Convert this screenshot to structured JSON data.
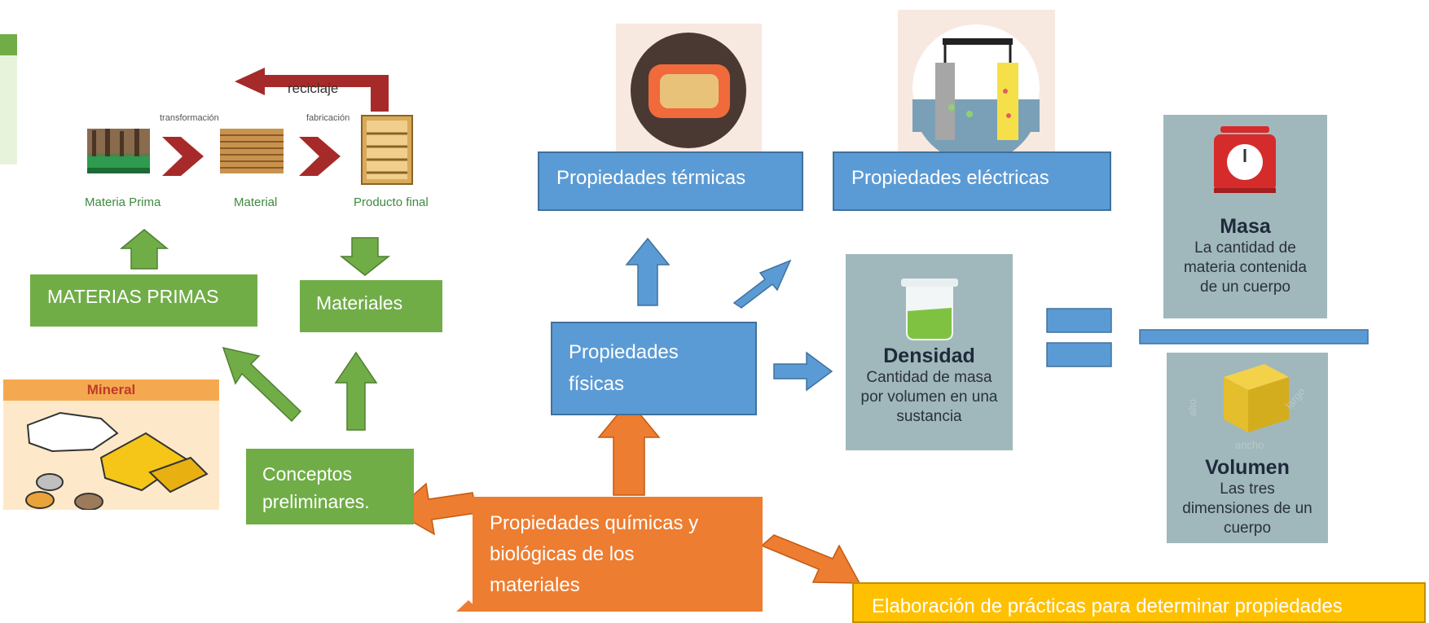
{
  "flow": {
    "reciclaje": "reciclaje",
    "transformacion": "transformación",
    "fabricacion": "fabricación",
    "materia_prima": "Materia Prima",
    "material": "Material",
    "producto_final": "Producto final"
  },
  "mineral": {
    "label": "Mineral"
  },
  "boxes": {
    "materias_primas": "MATERIAS PRIMAS",
    "materiales": "Materiales",
    "conceptos_line1": "Conceptos",
    "conceptos_line2": "preliminares.",
    "prop_termicas": "Propiedades térmicas",
    "prop_electricas": "Propiedades eléctricas",
    "prop_fisicas_line1": "Propiedades",
    "prop_fisicas_line2": "físicas",
    "prop_quim_line1": "Propiedades químicas y",
    "prop_quim_line2": "biológicas de los",
    "prop_quim_line3": "materiales",
    "elaboracion": "Elaboración de prácticas para determinar propiedades"
  },
  "cards": {
    "densidad": {
      "title": "Densidad",
      "line1": "Cantidad de masa",
      "line2": "por volumen en una",
      "line3": "sustancia"
    },
    "masa": {
      "title": "Masa",
      "line1": "La cantidad de",
      "line2": "materia contenida",
      "line3": "de un cuerpo"
    },
    "volumen": {
      "title": "Volumen",
      "line1": "Las tres",
      "line2": "dimensiones de un",
      "line3": "cuerpo",
      "alto": "alto",
      "largo": "largo",
      "ancho": "ancho"
    }
  },
  "colors": {
    "blue": "#5b9bd5",
    "green": "#70ad47",
    "orange": "#ed7d31",
    "yellow": "#ffc000",
    "dark_red": "#a62a2a",
    "card_gray": "#a0b8bc"
  }
}
